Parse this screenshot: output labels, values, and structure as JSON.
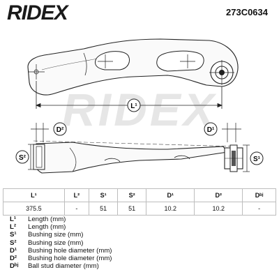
{
  "header": {
    "brand": "RIDEX",
    "part_number": "273C0634"
  },
  "drawing": {
    "watermark": "RIDEX",
    "labels": {
      "l1": "L¹",
      "d1": "D¹",
      "d2": "D²",
      "s1": "S¹",
      "s2": "S²"
    }
  },
  "table": {
    "headers": [
      "L¹",
      "L²",
      "S¹",
      "S²",
      "D¹",
      "D²",
      "Dᵇʲ"
    ],
    "values": [
      "375.5",
      "-",
      "51",
      "51",
      "10.2",
      "10.2",
      "-"
    ]
  },
  "legend": [
    {
      "key": "L¹",
      "desc": "Length (mm)"
    },
    {
      "key": "L²",
      "desc": "Length (mm)"
    },
    {
      "key": "S¹",
      "desc": "Bushing size (mm)"
    },
    {
      "key": "S²",
      "desc": "Bushing size (mm)"
    },
    {
      "key": "D¹",
      "desc": "Bushing hole diameter (mm)"
    },
    {
      "key": "D²",
      "desc": "Bushing hole diameter (mm)"
    },
    {
      "key": "Dᵇʲ",
      "desc": "Ball stud diameter (mm)"
    }
  ]
}
